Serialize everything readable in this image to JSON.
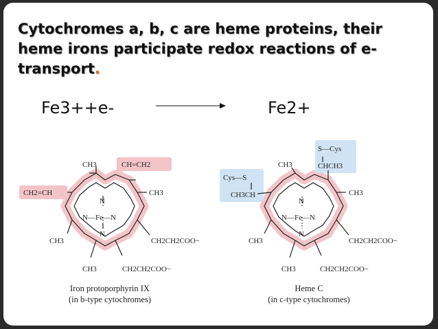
{
  "title": {
    "text": "Cytochromes a, b, c are heme proteins, their heme irons participate redox reactions of e- transport",
    "period": "."
  },
  "equation": {
    "left": "Fe3++e-",
    "right": "Fe2+"
  },
  "left_molecule": {
    "caption_line1": "Iron protoporphyrin IX",
    "caption_line2": "(in b-type cytochromes)",
    "labels": {
      "ch3_top": "CH3",
      "vinyl_top": "CH=CH2",
      "vinyl_left": "CH2=CH",
      "ch3_right": "CH3",
      "n_top": "N",
      "fe_row": "N—Fe—N",
      "n_bottom": "N",
      "ch3_left": "CH3",
      "propionate_right": "CH2CH2COO−",
      "ch3_bottom": "CH3",
      "propionate_bottom": "CH2CH2COO−"
    }
  },
  "right_molecule": {
    "caption_line1": "Heme C",
    "caption_line2": "(in c-type cytochromes)",
    "labels": {
      "s_cys": "S—Cys",
      "chch3": "CHCH3",
      "cys_s": "Cys—S",
      "ch3ch": "CH3CH",
      "ch3_top": "CH3",
      "ch3_right": "CH3",
      "n_top": "N",
      "fe_row": "N—Fe—N",
      "n_bottom": "N",
      "ch3_left": "CH3",
      "propionate_right": "CH2CH2COO−",
      "ch3_bottom": "CH3",
      "propionate_bottom": "CH2CH2COO−"
    }
  },
  "colors": {
    "highlight_pink": "#f2c4c8",
    "highlight_blue": "#cfe3f4",
    "accent_period": "#e36c0a"
  }
}
